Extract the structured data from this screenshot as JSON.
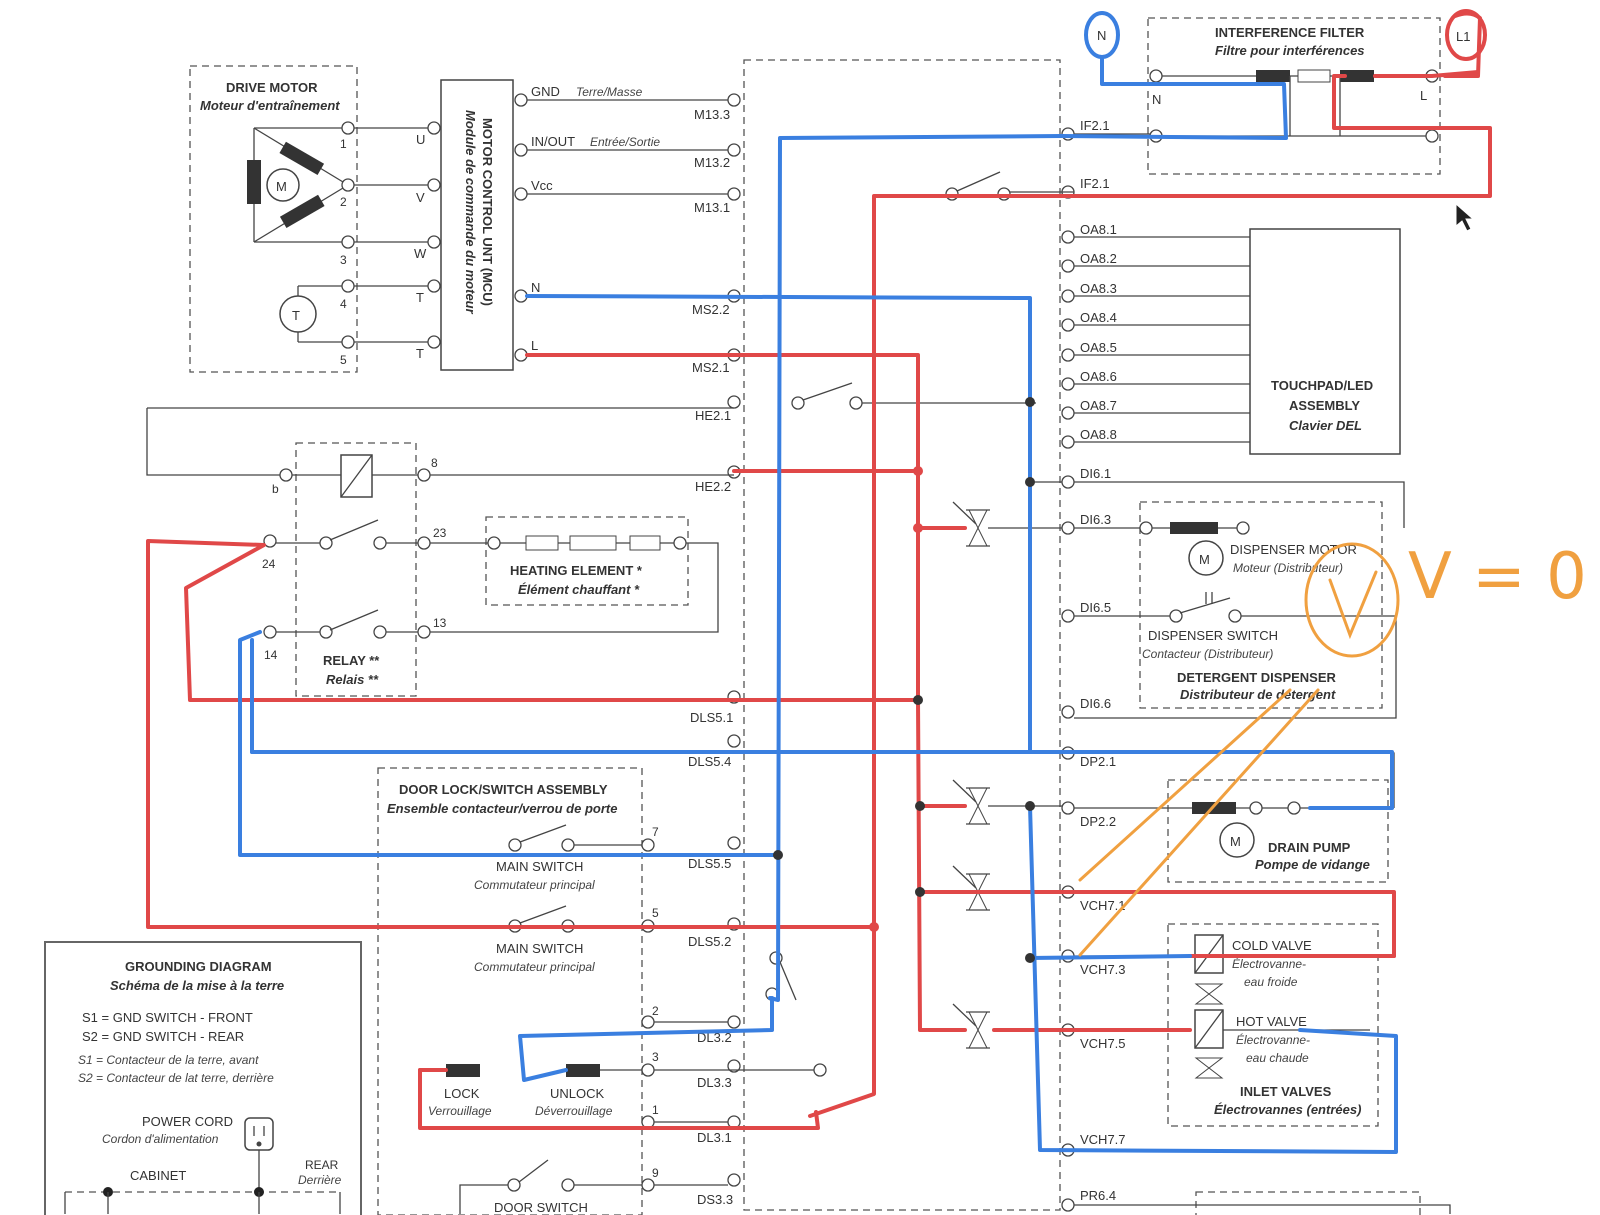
{
  "drive_motor": {
    "title": "DRIVE MOTOR",
    "subtitle": "Moteur d'entraînement",
    "motor_symbol": "M",
    "thermo_symbol": "T",
    "pins": [
      "1",
      "2",
      "3",
      "4",
      "5"
    ],
    "mcu_pins": [
      "U",
      "V",
      "W",
      "T",
      "T"
    ]
  },
  "mcu": {
    "title": "MOTOR CONTROL UNT (MCU)",
    "subtitle": "Module de commande du moteur",
    "left_labels": [
      "GND",
      "IN/OUT",
      "Vcc",
      "N",
      "L"
    ],
    "left_sublabels": [
      "Terre/Masse",
      "Entrée/Sortie"
    ]
  },
  "connectors_mid": [
    "M13.3",
    "M13.2",
    "M13.1",
    "MS2.2",
    "MS2.1",
    "HE2.1",
    "HE2.2",
    "DLS5.1",
    "DLS5.4",
    "DLS5.5",
    "DLS5.2",
    "DL3.2",
    "DL3.3",
    "DL3.1",
    "DS3.3"
  ],
  "connectors_right": [
    "IF2.1",
    "IF2.1",
    "OA8.1",
    "OA8.2",
    "OA8.3",
    "OA8.4",
    "OA8.5",
    "OA8.6",
    "OA8.7",
    "OA8.8",
    "DI6.1",
    "DI6.3",
    "DI6.5",
    "DI6.6",
    "DP2.1",
    "DP2.2",
    "VCH7.1",
    "VCH7.3",
    "VCH7.5",
    "VCH7.7",
    "PR6.4"
  ],
  "interference_filter": {
    "title": "INTERFERENCE FILTER",
    "subtitle": "Filtre pour interférences",
    "n_label": "N",
    "l_label": "L",
    "n_circle": "N",
    "l_circle": "L1"
  },
  "touchpad": {
    "line1": "TOUCHPAD/LED",
    "line2": "ASSEMBLY",
    "line3": "Clavier DEL"
  },
  "relay": {
    "title": "RELAY **",
    "subtitle": "Relais **",
    "pins": [
      "b",
      "8",
      "24",
      "23",
      "14",
      "13"
    ]
  },
  "heating": {
    "title": "HEATING ELEMENT *",
    "subtitle": "Élément chauffant *"
  },
  "detergent": {
    "motor_symbol": "M",
    "motor_title": "DISPENSER MOTOR",
    "motor_sub": "Moteur (Distributeur)",
    "switch_title": "DISPENSER SWITCH",
    "switch_sub": "Contacteur (Distributeur)",
    "title": "DETERGENT DISPENSER",
    "subtitle": "Distributeur de détergent"
  },
  "drain": {
    "motor_symbol": "M",
    "title": "DRAIN PUMP",
    "subtitle": "Pompe de vidange"
  },
  "valves": {
    "cold_title": "COLD VALVE",
    "cold_sub1": "Électrovanne-",
    "cold_sub2": "eau froide",
    "hot_title": "HOT VALVE",
    "hot_sub1": "Électrovanne-",
    "hot_sub2": "eau chaude",
    "title": "INLET VALVES",
    "subtitle": "Électrovannes (entrées)"
  },
  "door_lock": {
    "title": "DOOR LOCK/SWITCH ASSEMBLY",
    "subtitle": "Ensemble contacteur/verrou de porte",
    "main_switch": "MAIN SWITCH",
    "main_switch_sub": "Commutateur principal",
    "lock": "LOCK",
    "lock_sub": "Verrouillage",
    "unlock": "UNLOCK",
    "unlock_sub": "Déverrouillage",
    "door_switch": "DOOR SWITCH",
    "pins": [
      "7",
      "5",
      "2",
      "3",
      "1",
      "9"
    ]
  },
  "grounding": {
    "title": "GROUNDING DIAGRAM",
    "subtitle": "Schéma de la mise à la terre",
    "s1": "S1 = GND SWITCH - FRONT",
    "s2": "S2 = GND SWITCH - REAR",
    "s1_fr": "S1 = Contacteur de la terre, avant",
    "s2_fr": "S2 = Contacteur de lat terre, derrière",
    "power_cord": "POWER CORD",
    "power_cord_sub": "Cordon d'alimentation",
    "cabinet": "CABINET",
    "rear": "REAR",
    "rear_sub": "Derrière"
  },
  "annotation": {
    "text": "V = 0",
    "color": "#f0a040"
  },
  "colors": {
    "line": "#e04848",
    "neutral": "#3a7fe0",
    "annotation": "#f0a040"
  }
}
